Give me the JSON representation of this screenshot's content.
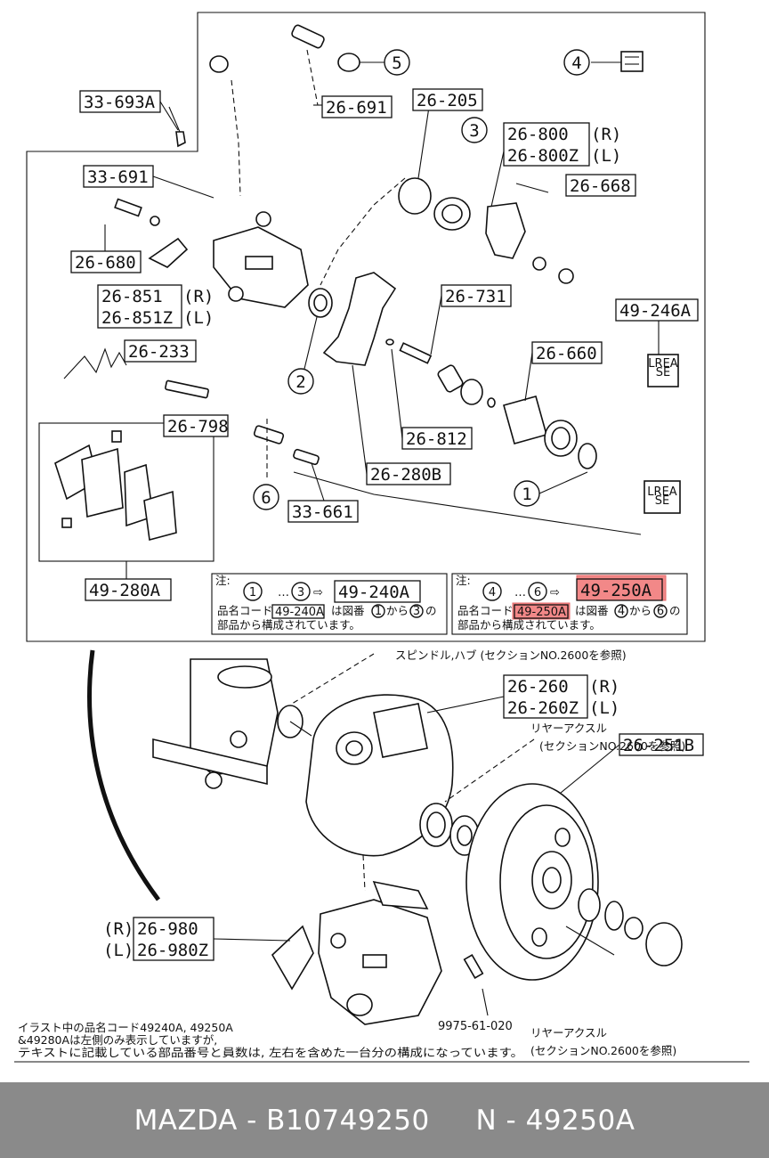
{
  "labels": {
    "l_33_693A": "33-693A",
    "l_26_691": "26-691",
    "l_26_205": "26-205",
    "l_26_800": "26-800",
    "l_26_800_r": "(R)",
    "l_26_800Z": "26-800Z",
    "l_26_800_l": "(L)",
    "l_26_668": "26-668",
    "l_33_691": "33-691",
    "l_26_680": "26-680",
    "l_26_851": "26-851",
    "l_26_851_r": "(R)",
    "l_26_851Z": "26-851Z",
    "l_26_851_l": "(L)",
    "l_26_731": "26-731",
    "l_49_246A": "49-246A",
    "l_26_233": "26-233",
    "l_26_660": "26-660",
    "l_26_798": "26-798",
    "l_26_812": "26-812",
    "l_26_280B": "26-280B",
    "l_33_661": "33-661",
    "l_49_280A": "49-280A",
    "l_26_260": "26-260",
    "l_26_260_r": "(R)",
    "l_26_260Z": "26-260Z",
    "l_26_260_l": "(L)",
    "l_26_251B": "26-251B",
    "l_26_980": "26-980",
    "l_26_980_r": "(R)",
    "l_26_980Z": "26-980Z",
    "l_26_980_l": "(L)",
    "l_9975": "9975-61-020"
  },
  "callouts": {
    "c1": "1",
    "c2": "2",
    "c3": "3",
    "c4": "4",
    "c5": "5",
    "c6": "6"
  },
  "pad_text": "LREA\nSE",
  "note_left": {
    "head": "注:",
    "range_from": "1",
    "range_to": "3",
    "code": "49-240A",
    "line1_a": "品名コード",
    "line1_code": "49-240A",
    "line1_b": "は図番",
    "line1_from": "1",
    "line1_c": "から",
    "line1_to": "3",
    "line1_d": "の",
    "line2": "部品から構成されています。"
  },
  "note_right": {
    "head": "注:",
    "range_from": "4",
    "range_to": "6",
    "code": "49-250A",
    "line1_a": "品名コード",
    "line1_code": "49-250A",
    "line1_b": "は図番",
    "line1_from": "4",
    "line1_c": "から",
    "line1_to": "6",
    "line1_d": "の",
    "line2": "部品から構成されています。"
  },
  "refs": {
    "spindle_hub": "スピンドル,ハブ (セクションNO.2600を参照)",
    "rear_axle_1": "リヤーアクスル",
    "rear_axle_1b": "(セクションNO.2600を参照)",
    "rear_axle_2": "リヤーアクスル",
    "rear_axle_3": "(セクションNO.2600を参照)"
  },
  "bottom_note": {
    "line1": "イラスト中の品名コード49240A, 49250A",
    "line2": "&49280Aは左側のみ表示していますが,",
    "line3": "テキストに記載している部品番号と員数は, 左右を含めた一台分の構成になっています。"
  },
  "footer": "MAZDA - B10749250     N - 49250A",
  "colors": {
    "highlight": "#f07474",
    "footer_bg": "#8a8a8a"
  }
}
